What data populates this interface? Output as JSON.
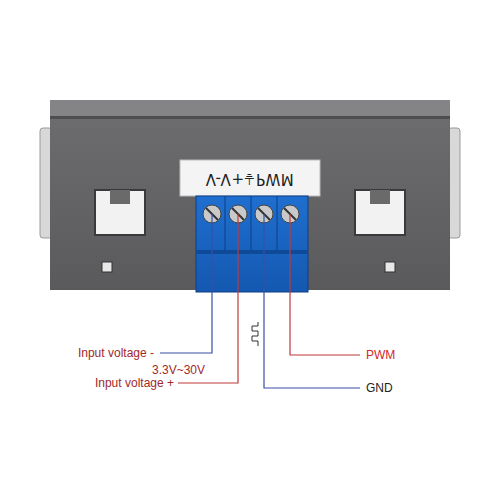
{
  "diagram": {
    "labels": [
      "V-V+⏚PWM",
      "Input voltage -",
      "3.3V~30V",
      "Input voltage +",
      "PWM",
      "GND"
    ]
  }
}
